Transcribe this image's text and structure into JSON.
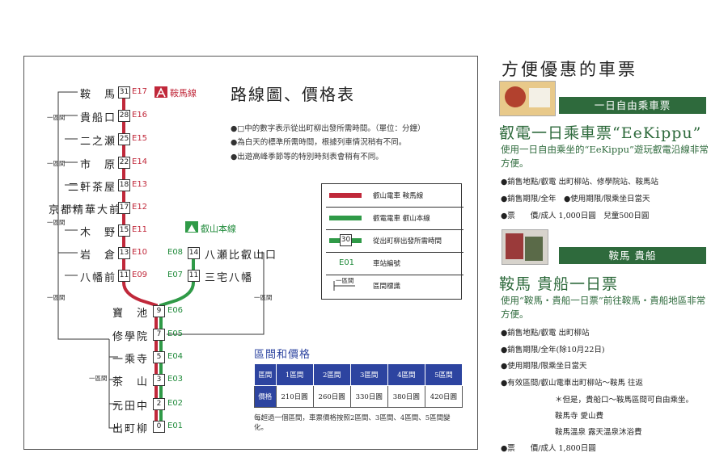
{
  "map": {
    "title": "路線圖、價格表",
    "notes": [
      "●□中的數字表示從出町柳出發所需時間。（單位：分鐘）",
      "●為白天的標準所需時間，根據列車情況稍有不同。",
      "●出遊高峰季節等的特別時刻表會稍有不同。"
    ],
    "kurama_line_label": "鞍馬線",
    "eizan_line_label": "叡山本線",
    "red_stations": [
      {
        "name": "鞍　馬",
        "minutes": "31",
        "code": "E17"
      },
      {
        "name": "貴船口",
        "minutes": "28",
        "code": "E16"
      },
      {
        "name": "二之瀬",
        "minutes": "25",
        "code": "E15"
      },
      {
        "name": "市　原",
        "minutes": "22",
        "code": "E14"
      },
      {
        "name": "二軒茶屋",
        "minutes": "18",
        "code": "E13"
      },
      {
        "name": "京都精華大前",
        "minutes": "17",
        "code": "E12"
      },
      {
        "name": "木　野",
        "minutes": "15",
        "code": "E11"
      },
      {
        "name": "岩　倉",
        "minutes": "13",
        "code": "E10"
      },
      {
        "name": "八幡前",
        "minutes": "11",
        "code": "E09"
      }
    ],
    "shared_stations": [
      {
        "name": "寶　池",
        "minutes": "9",
        "code": "E06"
      },
      {
        "name": "修學院",
        "minutes": "7",
        "code": "E05"
      },
      {
        "name": "一乘寺",
        "minutes": "5",
        "code": "E04"
      },
      {
        "name": "茶　山",
        "minutes": "3",
        "code": "E03"
      },
      {
        "name": "元田中",
        "minutes": "2",
        "code": "E02"
      },
      {
        "name": "出町柳",
        "minutes": "0",
        "code": "E01"
      }
    ],
    "green_stations": [
      {
        "name": "八瀬比叡山口",
        "minutes": "14",
        "code": "E08"
      },
      {
        "name": "三宅八幡",
        "minutes": "11",
        "code": "E07"
      }
    ],
    "zone_label": "一區間",
    "legend": {
      "kurama": "叡山電車 鞍馬線",
      "eizan": "叡電電車 叡山本線",
      "minutes_box": "30",
      "minutes": "從出町柳出發所需時間",
      "code_sample": "E01",
      "code": "車站編號",
      "zone_sample": "一區間",
      "zone": "區間標識"
    },
    "price": {
      "title": "區間和價格",
      "head": [
        "區間",
        "1區間",
        "2區間",
        "3區間",
        "4區間",
        "5區間"
      ],
      "row_label": "價格",
      "values": [
        "210日圓",
        "260日圓",
        "330日圓",
        "380日圓",
        "420日圓"
      ],
      "note": "每超過一個區間，車票價格按照2區間、3區間、4區間、5區間變化。"
    }
  },
  "tickets": {
    "heading": "方便優惠的車票",
    "t1": {
      "banner": "一日自由乘車票",
      "title": "叡電一日乘車票“EeKippu”",
      "desc": "使用一日自由乘坐的“EeKippu”遊玩叡電沿線非常方便。",
      "lines": [
        "●銷售地點/叡電 出町柳站、修學院站、鞍馬站",
        "●銷售期限/全年　●使用期限/限乘坐日當天",
        "●票　　價/成人 1,000日圓　兒童500日圓"
      ]
    },
    "t2": {
      "banner": "鞍馬 貴船",
      "title": "鞍馬 貴船一日票",
      "desc": "使用“鞍馬・貴船一日票”前往鞍馬・貴船地區非常方便。",
      "lines": [
        "●銷售地點/叡電 出町柳站",
        "●銷售期限/全年(除10月22日)",
        "●使用期限/限乘坐日當天",
        "●有效區間/叡山電車出町柳站～鞍馬 往返"
      ],
      "indented": [
        "＊但是，貴船口～鞍馬區間可自由乘坐。",
        "鞍馬寺 愛山費",
        "鞍馬溫泉 露天溫泉沐浴費"
      ],
      "price": "●票　　價/成人 1,800日圓"
    }
  },
  "colors": {
    "kurama": "#c0283a",
    "eizan": "#2f9a47",
    "banner": "#2e6a3c",
    "table_head": "#2d44a0"
  }
}
